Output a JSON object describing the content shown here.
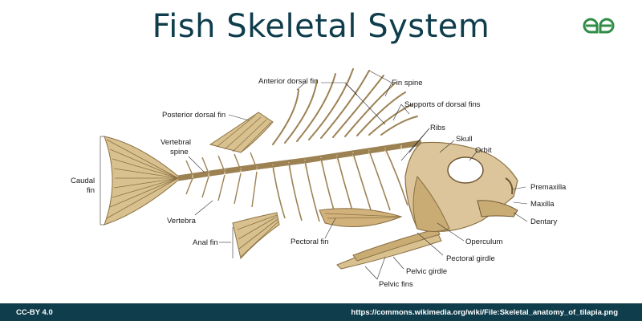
{
  "title": "Fish Skeletal System",
  "brand": {
    "color": "#2f8d46"
  },
  "labels": {
    "anterior_dorsal_fin": "Anterior dorsal fin",
    "fin_spine": "Fin spine",
    "supports_dorsal": "Supports of dorsal fins",
    "posterior_dorsal_fin": "Posterior dorsal fin",
    "ribs": "Ribs",
    "skull": "Skull",
    "orbit": "Orbit",
    "vertebral": "Vertebral",
    "spine": "spine",
    "caudal": "Caudal",
    "fin": "fin",
    "premaxilla": "Premaxilla",
    "maxilla": "Maxilla",
    "dentary": "Dentary",
    "vertebra": "Vertebra",
    "anal_fin": "Anal fin",
    "pectoral_fin": "Pectoral fin",
    "operculum": "Operculum",
    "pectoral_girdle": "Pectoral girdle",
    "pelvic_girdle": "Pelvic girdle",
    "pelvic_fins": "Pelvic fins"
  },
  "footer": {
    "license": "CC-BY 4.0",
    "source": "https://commons.wikimedia.org/wiki/File:Skeletal_anatomy_of_tilapia.png"
  }
}
